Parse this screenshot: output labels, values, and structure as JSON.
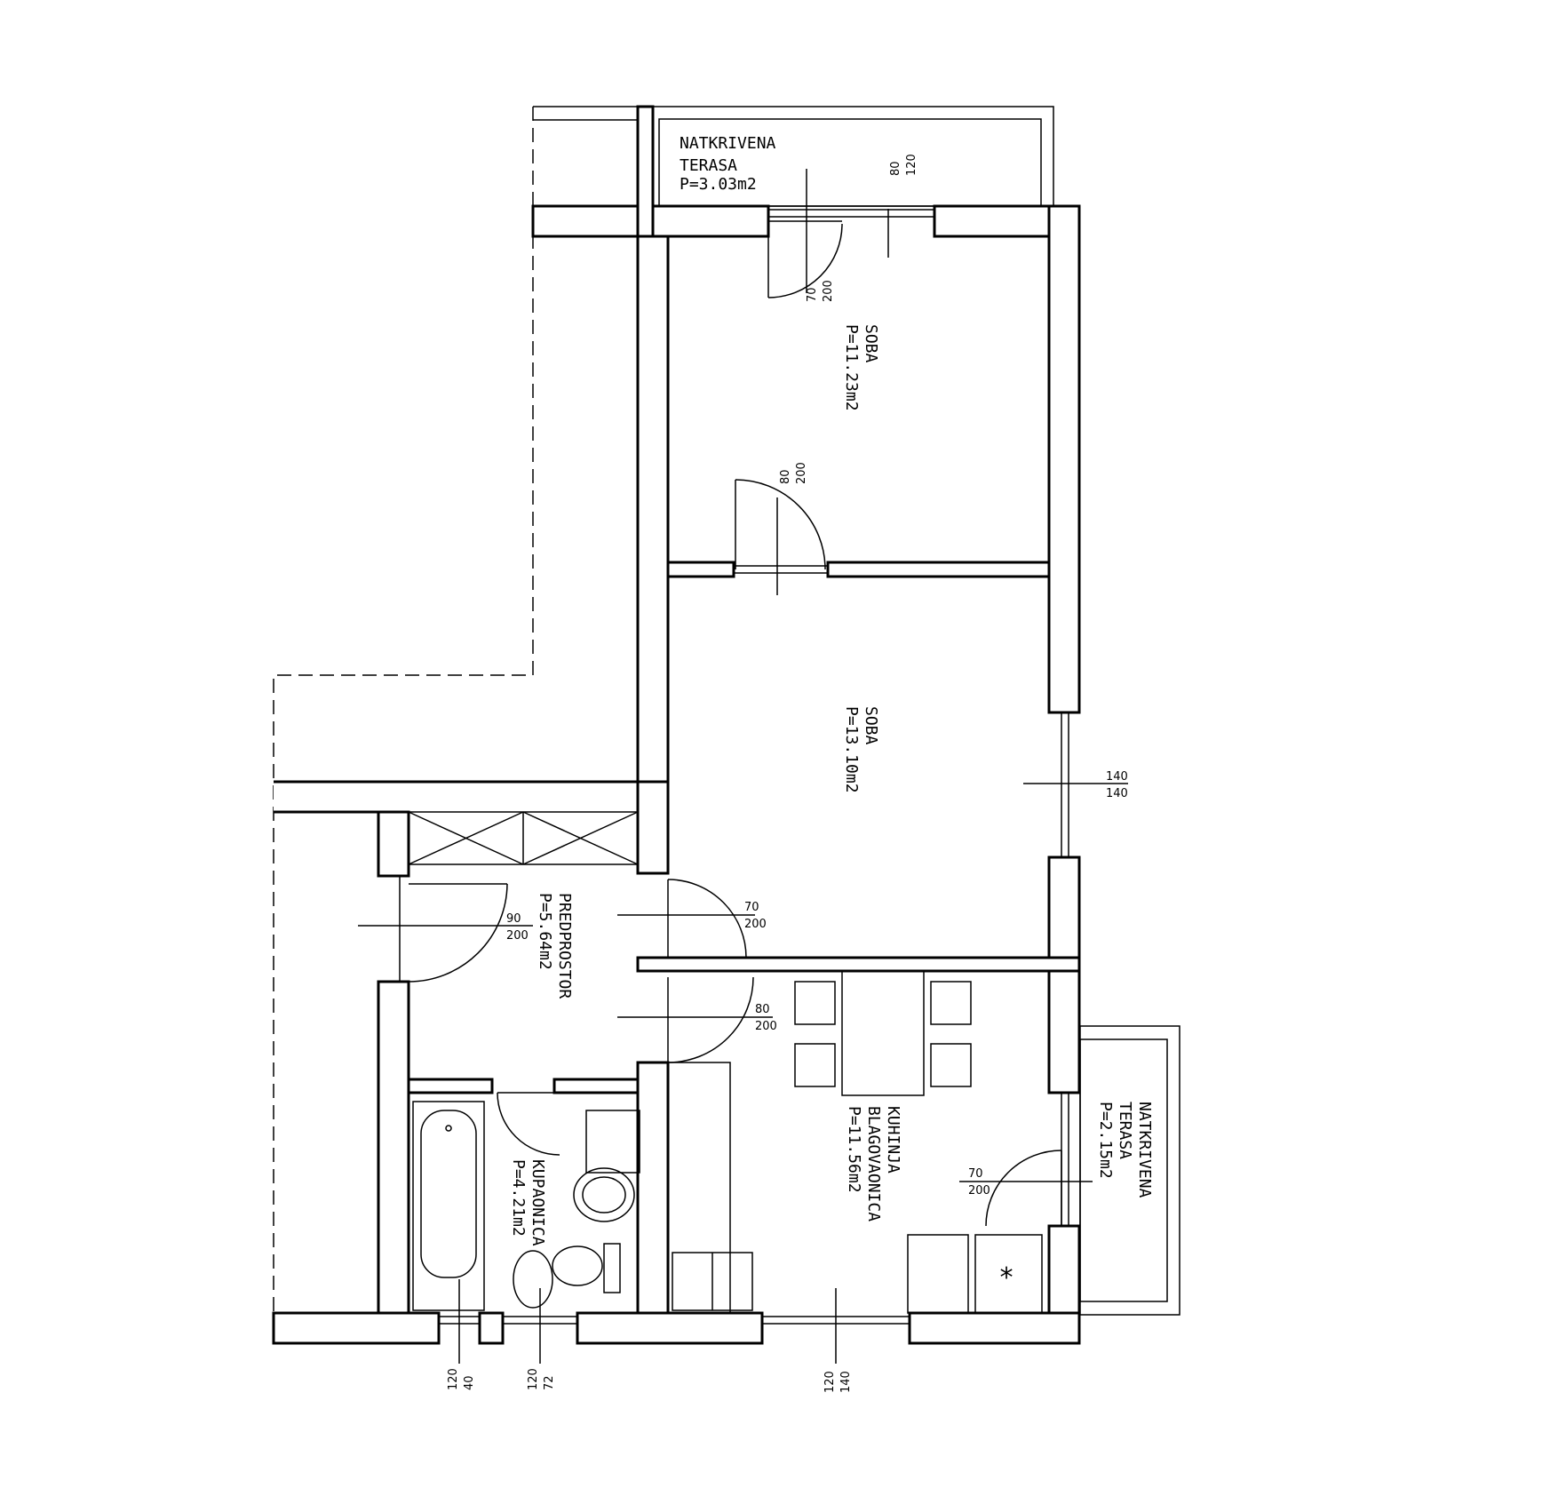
{
  "rooms": {
    "terrace_top": {
      "name": [
        "NATKRIVENA",
        "TERASA"
      ],
      "area": "P=3.03m2"
    },
    "room1": {
      "name": "SOBA",
      "area": "P=11.23m2"
    },
    "room2": {
      "name": "SOBA",
      "area": "P=13.10m2"
    },
    "hall": {
      "name": "PREDPROSTOR",
      "area": "P=5.64m2"
    },
    "kitchen": {
      "name": [
        "KUHINJA",
        "BLAGOVAONICA"
      ],
      "area": "P=11.56m2"
    },
    "bath": {
      "name": "KUPAONICA",
      "area": "P=4.21m2"
    },
    "terrace_right": {
      "name": [
        "NATKRIVENA",
        "TERASA"
      ],
      "area": "P=2.15m2"
    }
  },
  "openings": {
    "terrace_door": [
      "70",
      "200"
    ],
    "terrace_window": [
      "80",
      "120"
    ],
    "room1_door": [
      "80",
      "200"
    ],
    "room2_window": [
      "140",
      "140"
    ],
    "room2_door": [
      "70",
      "200"
    ],
    "entry_door": [
      "90",
      "200"
    ],
    "kitchen_door": [
      "80",
      "200"
    ],
    "kitchen_terrace_door": [
      "70",
      "200"
    ],
    "bath_window": [
      "40",
      "120"
    ],
    "bath_window2": [
      "72",
      "120"
    ],
    "kitchen_window": [
      "140",
      "120"
    ]
  },
  "symbols": {
    "appliance_mark": "*"
  }
}
